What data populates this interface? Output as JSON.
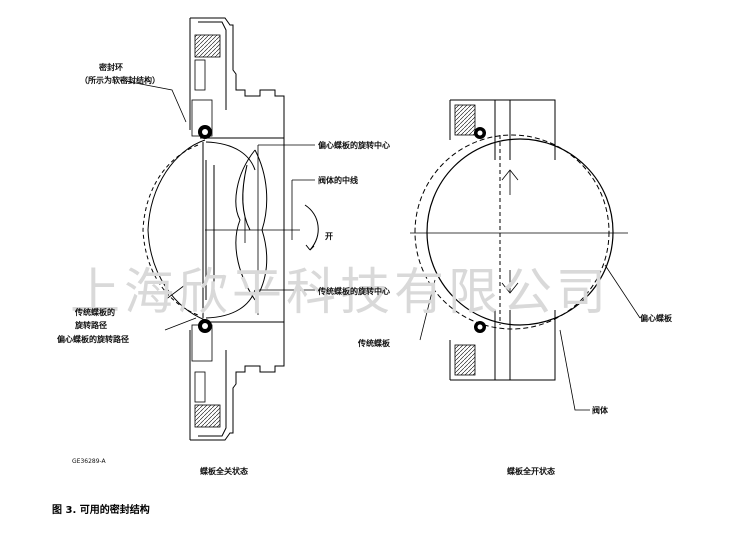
{
  "watermark": "上海欣平科技有限公司",
  "left_view": {
    "seal_label_line1": "密封环",
    "seal_label_line2": "（所示为软密封结构）",
    "eccentric_center": "偏心蝶板的旋转中心",
    "valve_centerline": "阀体的中线",
    "open_label": "开",
    "traditional_center": "传统蝶板的旋转中心",
    "traditional_path_line1": "传统蝶板的",
    "traditional_path_line2": "旋转路径",
    "eccentric_path": "偏心蝶板的旋转路径",
    "figure_code": "GE36289-A",
    "caption": "蝶板全关状态"
  },
  "right_view": {
    "eccentric_disc": "偏心蝶板",
    "traditional_disc": "传统蝶板",
    "valve_body": "阀体",
    "caption": "蝶板全开状态"
  },
  "figure_caption": "图 3. 可用的密封结构"
}
